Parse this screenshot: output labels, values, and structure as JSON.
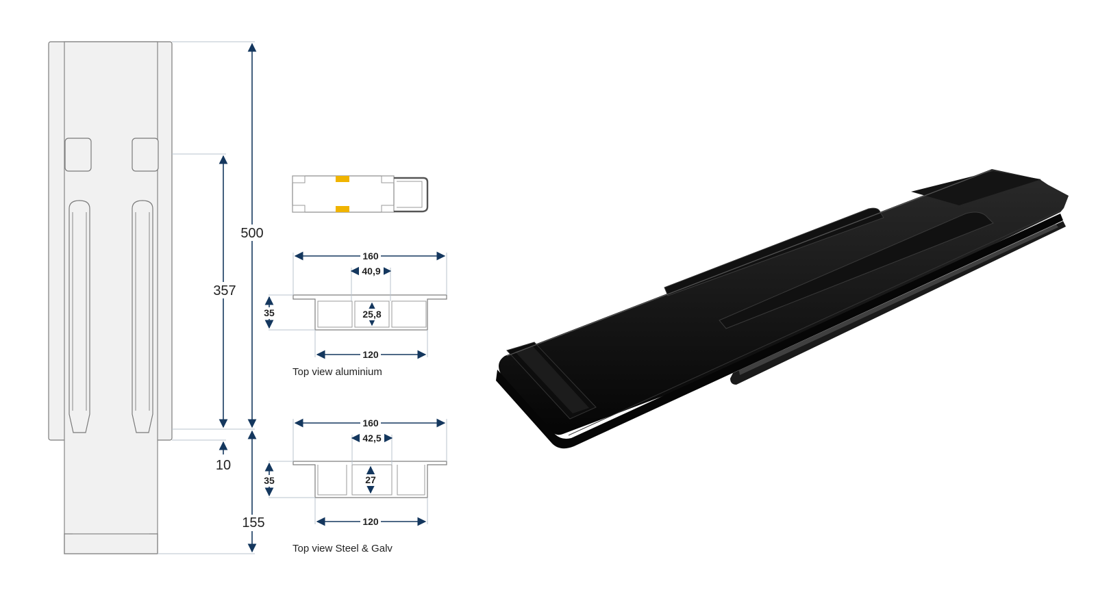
{
  "dimensions": {
    "total_height": "500",
    "slot_span": "357",
    "gap": "10",
    "extension": "155"
  },
  "aluminium": {
    "width": "160",
    "center": "40,9",
    "height": "35",
    "inner": "25,8",
    "base": "120",
    "caption": "Top view aluminium"
  },
  "steel": {
    "width": "160",
    "center": "42,5",
    "height": "35",
    "inner": "27",
    "base": "120",
    "caption": "Top view Steel & Galv"
  },
  "colors": {
    "dimension_line": "#14375e",
    "accent_marker": "#f0b400",
    "product": "#0a0a0a"
  }
}
